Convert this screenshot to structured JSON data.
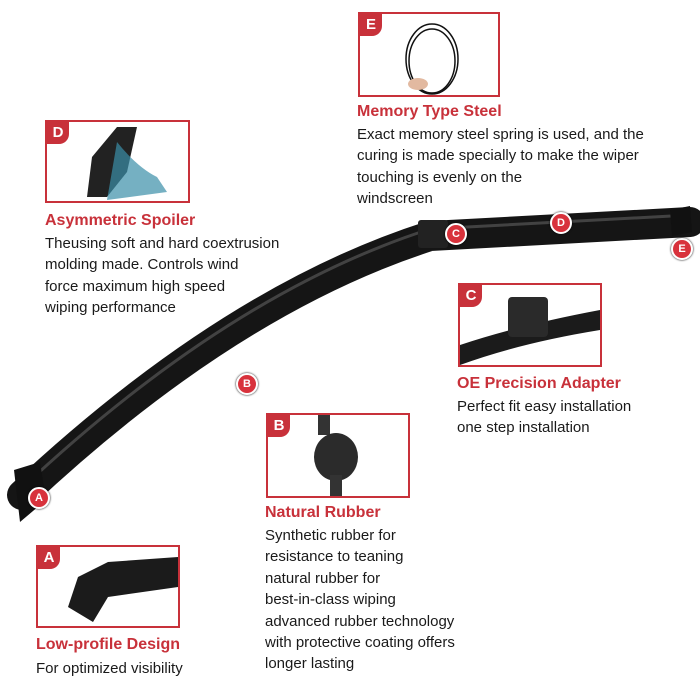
{
  "colors": {
    "accent": "#c8313a",
    "blade": "#1b1b1b"
  },
  "features": [
    {
      "badge": "E",
      "title": "Memory Type Steel",
      "lines": [
        "Exact memory steel spring is used, and the",
        "curing is made specially to make the wiper",
        "touching is evenly on the",
        "windscreen"
      ]
    },
    {
      "badge": "D",
      "title": "Asymmetric Spoiler",
      "lines": [
        "Theusing soft and hard coextrusion",
        "molding made. Controls wind",
        "force maximum high speed",
        "wiping performance"
      ]
    },
    {
      "badge": "C",
      "title": "OE Precision Adapter",
      "lines": [
        "Perfect fit easy installation",
        "one step installation"
      ]
    },
    {
      "badge": "B",
      "title": "Natural Rubber",
      "lines": [
        "Synthetic rubber for",
        "resistance to teaning",
        "natural rubber for",
        "best-in-class wiping",
        "advanced rubber technology",
        "with protective coating offers",
        "longer lasting"
      ]
    },
    {
      "badge": "A",
      "title": "Low-profile Design",
      "lines": [
        "For optimized visibility"
      ]
    }
  ],
  "markers": [
    "A",
    "B",
    "C",
    "D",
    "E"
  ]
}
